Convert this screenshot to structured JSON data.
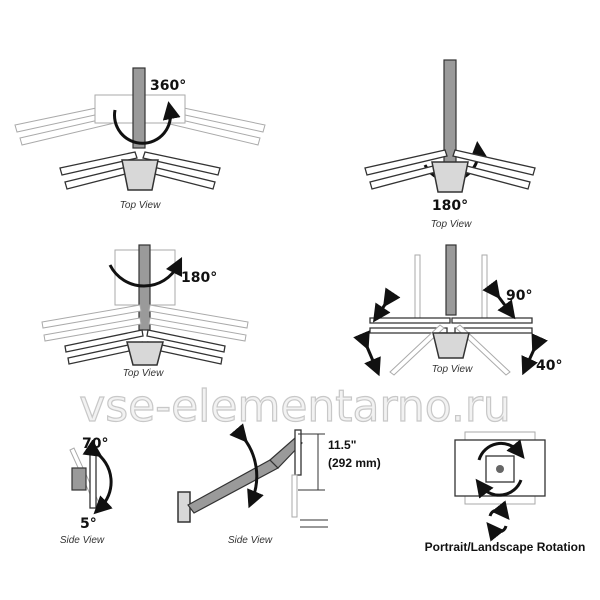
{
  "panels": {
    "top_left": {
      "angle": "360°",
      "caption": "Top View"
    },
    "top_right": {
      "angle": "180°",
      "caption": "Top View"
    },
    "mid_left": {
      "angle": "180°",
      "caption": "Top View"
    },
    "mid_right": {
      "angle_tilt": "90°",
      "angle_swivel": "40°",
      "caption": "Top View"
    },
    "side_left": {
      "angle_up": "70°",
      "angle_down": "5°",
      "caption": "Side View"
    },
    "side_right": {
      "height": "11.5\"",
      "height_metric": "(292 mm)",
      "caption": "Side View"
    },
    "rotation": {
      "caption": "Portrait/Landscape Rotation"
    }
  },
  "watermark": "vse-elementarno.ru"
}
